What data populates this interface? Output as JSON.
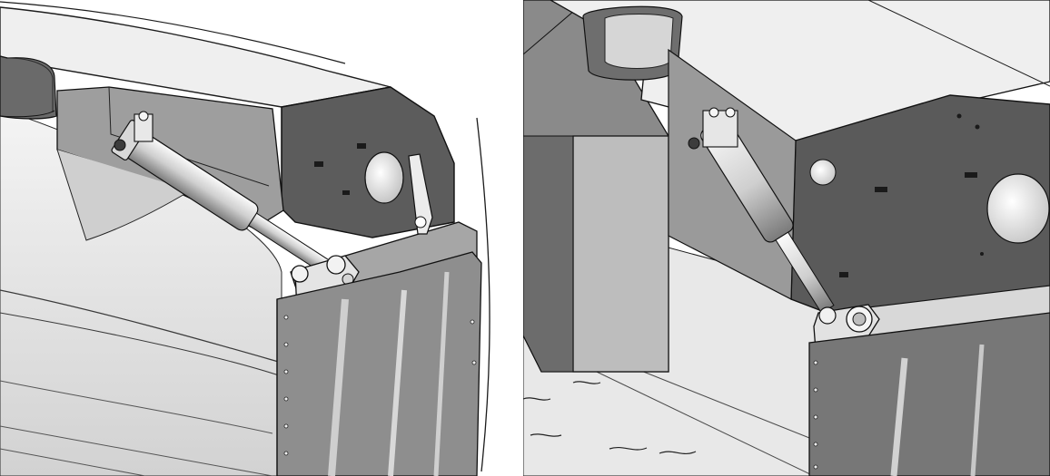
{
  "figure": {
    "panels": [
      {
        "id": "left",
        "content": "cad-render"
      },
      {
        "id": "right",
        "content": "cad-render"
      }
    ],
    "palette": {
      "background": "#ffffff",
      "light_face": "#e4e4e4",
      "mid_face": "#a9a9a9",
      "dark_face": "#5a5a5a",
      "edge": "#1c1c1c"
    }
  }
}
